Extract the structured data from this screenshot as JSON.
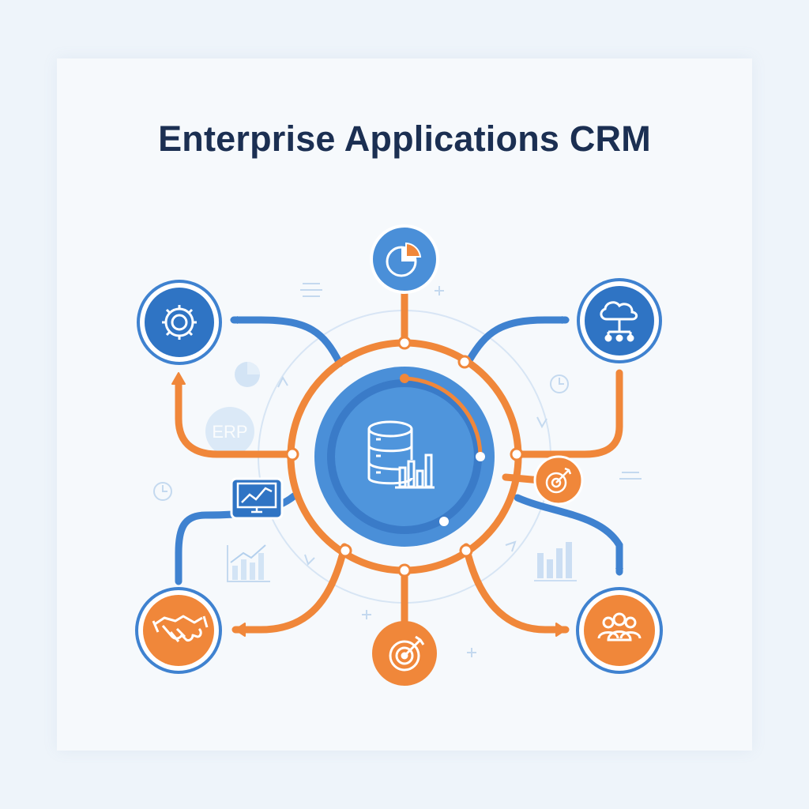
{
  "title": "Enterprise Applications CRM",
  "erp_label": "ERP",
  "colors": {
    "blue": "#4a8fd8",
    "blue_dark": "#2f6fbf",
    "orange": "#f0873a",
    "navy": "#1b2f52",
    "light_blue": "#c6ddf3"
  },
  "nodes": [
    {
      "name": "center-database-node",
      "icon": "database-chart-icon"
    },
    {
      "name": "analytics-node",
      "icon": "pie-chart-icon"
    },
    {
      "name": "settings-node",
      "icon": "gear-icon"
    },
    {
      "name": "cloud-network-node",
      "icon": "cloud-network-icon"
    },
    {
      "name": "partnership-node",
      "icon": "handshake-icon"
    },
    {
      "name": "team-node",
      "icon": "team-icon"
    },
    {
      "name": "goals-node",
      "icon": "target-arrow-icon"
    },
    {
      "name": "monitor-node",
      "icon": "monitor-trend-icon"
    },
    {
      "name": "target-small-node",
      "icon": "target-arrow-icon"
    }
  ]
}
